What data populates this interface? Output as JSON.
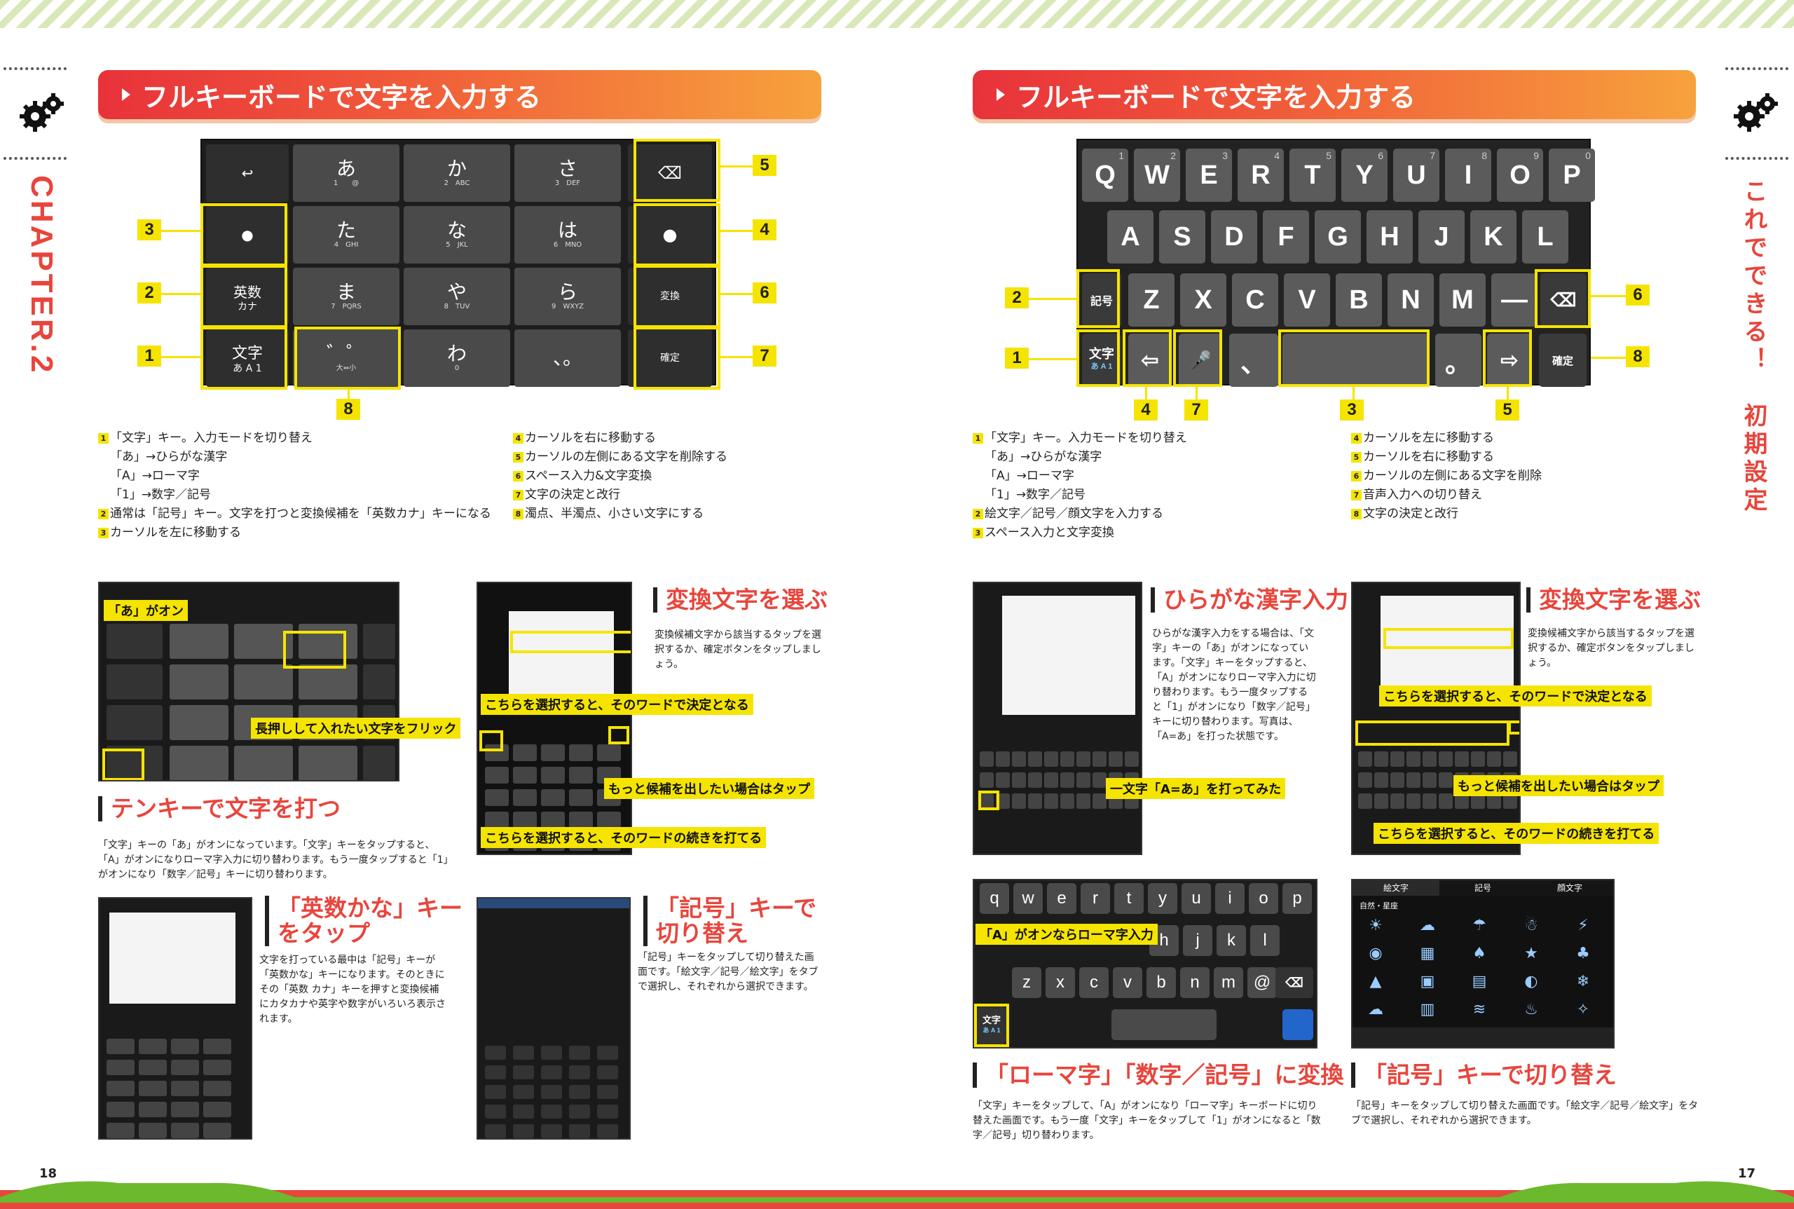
{
  "header_banner_left": "フルキーボードで文字を入力する",
  "header_banner_right": "フルキーボードで文字を入力する",
  "chapter_label": "CHAPTER.2",
  "side_label_right": "これでできる！　初期設定",
  "tenkey": {
    "keys": [
      {
        "big": "↩",
        "small": ""
      },
      {
        "big": "あ",
        "small": "1　　@"
      },
      {
        "big": "か",
        "small": "2　ABC"
      },
      {
        "big": "さ",
        "small": "3　DEF"
      },
      {
        "big": "●",
        "small": ""
      },
      {
        "big": "た",
        "small": "4　GHI"
      },
      {
        "big": "な",
        "small": "5　JKL"
      },
      {
        "big": "は",
        "small": "6　MNO"
      },
      {
        "big": "英数",
        "small": "カナ"
      },
      {
        "big": "ま",
        "small": "7　PQRS"
      },
      {
        "big": "や",
        "small": "8　TUV"
      },
      {
        "big": "ら",
        "small": "9　WXYZ"
      },
      {
        "big": "文字",
        "small": "あ A 1"
      },
      {
        "big": "゛゜",
        "small": "大⇔小"
      },
      {
        "big": "わ",
        "small": "0"
      },
      {
        "big": "、。",
        "small": ""
      }
    ],
    "right_keys": [
      "⌫",
      "●",
      "変換",
      "確定"
    ],
    "callouts": [
      "1",
      "2",
      "3",
      "4",
      "5",
      "6",
      "7",
      "8"
    ]
  },
  "qwerty": {
    "row1": [
      "Q",
      "W",
      "E",
      "R",
      "T",
      "Y",
      "U",
      "I",
      "O",
      "P"
    ],
    "row1_nums": [
      "1",
      "2",
      "3",
      "4",
      "5",
      "6",
      "7",
      "8",
      "9",
      "0"
    ],
    "row2": [
      "A",
      "S",
      "D",
      "F",
      "G",
      "H",
      "J",
      "K",
      "L"
    ],
    "row3": [
      "Z",
      "X",
      "C",
      "V",
      "B",
      "N",
      "M",
      "—"
    ],
    "kigou": "記号",
    "moji": "文字",
    "moji_sub": "あ A 1",
    "kakutei": "確定",
    "callouts": [
      "1",
      "2",
      "3",
      "4",
      "5",
      "6",
      "7",
      "8"
    ]
  },
  "left_desc": {
    "col1": [
      "「文字」キー。入力モードを切り替え",
      "「あ」→ひらがな漢字",
      "「A」→ローマ字",
      "「1」→数字／記号",
      "通常は「記号」キー。文字を打つと変換候補を「英数カナ」キーになる",
      "カーソルを左に移動する"
    ],
    "col2": [
      "カーソルを右に移動する",
      "カーソルの左側にある文字を削除する",
      "スペース入力&文字変換",
      "文字の決定と改行",
      "濁点、半濁点、小さい文字にする"
    ]
  },
  "right_desc": {
    "col1": [
      "「文字」キー。入力モードを切り替え",
      "「あ」→ひらがな漢字",
      "「A」→ローマ字",
      "「1」→数字／記号",
      "絵文字／記号／顔文字を入力する",
      "スペース入力と文字変換"
    ],
    "col2": [
      "カーソルを左に移動する",
      "カーソルを右に移動する",
      "カーソルの左側にある文字を削除",
      "音声入力への切り替え",
      "文字の決定と改行"
    ]
  },
  "sections": {
    "tenkey_title": "テンキーで文字を打つ",
    "tenkey_body": "「文字」キーの「あ」がオンになっています。「文字」キーをタップすると、「A」がオンになりローマ字入力に切り替わります。もう一度タップすると「1」がオンになり「数字／記号」キーに切り替わります。",
    "henkan_title": "変換文字を選ぶ",
    "henkan_body": "変換候補文字から該当するタップを選択するか、確定ボタンをタップしましょう。",
    "eisu_title_1": "「英数かな」キー",
    "eisu_title_2": "をタップ",
    "eisu_body": "文字を打っている最中は「記号」キーが「英数かな」キーになります。そのときにその「英数 カナ」キーを押すと変換候補にカタカナや英字や数字がいろいろ表示されます。",
    "kigou_title_1": "「記号」キーで",
    "kigou_title_2": "切り替え",
    "kigou_body": "「記号」キーをタップして切り替えた画面です。「絵文字／記号／絵文字」をタブで選択し、それぞれから選択できます。",
    "hira_title": "ひらがな漢字入力",
    "hira_body": "ひらがな漢字入力をする場合は、「文字」キーの「あ」がオンになっています。「文字」キーをタップすると、「A」がオンになりローマ字入力に切り替わります。もう一度タップすると「1」がオンになり「数字／記号」キーに切り替わります。写真は、「A=あ」を打った状態です。",
    "henkan2_title": "変換文字を選ぶ",
    "henkan2_body": "変換候補文字から該当するタップを選択するか、確定ボタンをタップしましょう。",
    "roma_title": "「ローマ字」「数字／記号」に変換",
    "roma_body": "「文字」キーをタップして、「A」がオンになり「ローマ字」キーボードに切り替えた画面です。もう一度「文字」キーをタップして「1」がオンになると「数字／記号」切り替わります。",
    "kigou2_title": "「記号」キーで切り替え",
    "kigou2_body": "「記号」キーをタップして切り替えた画面です。「絵文字／記号／絵文字」をタブで選択し、それぞれから選択できます。"
  },
  "tags": {
    "a_on": "「あ」がオン",
    "flick": "長押しして入れたい文字をフリック",
    "select_word": "こちらを選択すると、そのワードで決定となる",
    "more": "もっと候補を出したい場合はタップ",
    "continue": "こちらを選択すると、そのワードの続きを打てる",
    "a_input": "一文字「A=あ」を打ってみた",
    "roma_on": "「A」がオンならローマ字入力",
    "select_word2": "こちらを選択すると、そのワードで決定となる",
    "more2": "もっと候補を出したい場合はタップ",
    "continue2": "こちらを選択すると、そのワードの続きを打てる"
  },
  "small_qwerty": [
    "q",
    "w",
    "e",
    "r",
    "t",
    "y",
    "u",
    "i",
    "o",
    "p",
    "h",
    "j",
    "k",
    "l",
    "z",
    "x",
    "c",
    "v",
    "b",
    "n",
    "m",
    "@"
  ],
  "emoji_tabs": [
    "絵文字",
    "記号",
    "顔文字"
  ],
  "emoji_category": "自然・星座",
  "page_left": "18",
  "page_right": "17",
  "colors": {
    "accent": "#e8453c",
    "highlight": "#f5e400",
    "banner_end": "#f7a23c"
  }
}
